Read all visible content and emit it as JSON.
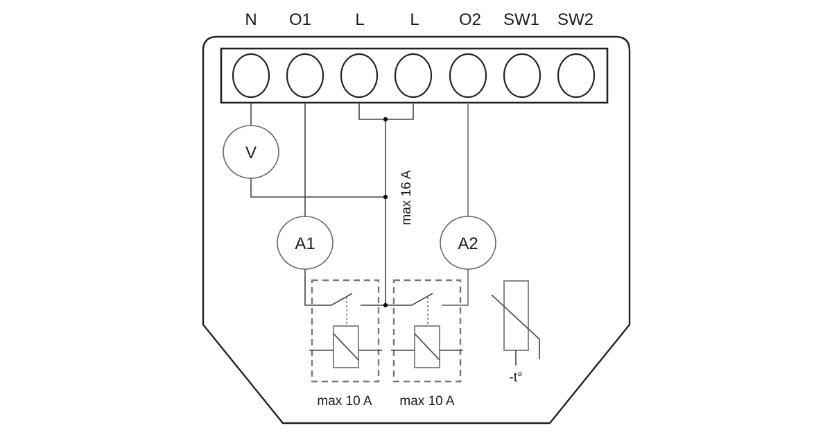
{
  "terminals": [
    "N",
    "O1",
    "L",
    "L",
    "O2",
    "SW1",
    "SW2"
  ],
  "meters": {
    "voltage": "V",
    "current_1": "A1",
    "current_2": "A2"
  },
  "labels": {
    "max_common": "max 16 A",
    "relay_1": "max 10 A",
    "relay_2": "max 10 A",
    "thermistor": "-t°"
  }
}
